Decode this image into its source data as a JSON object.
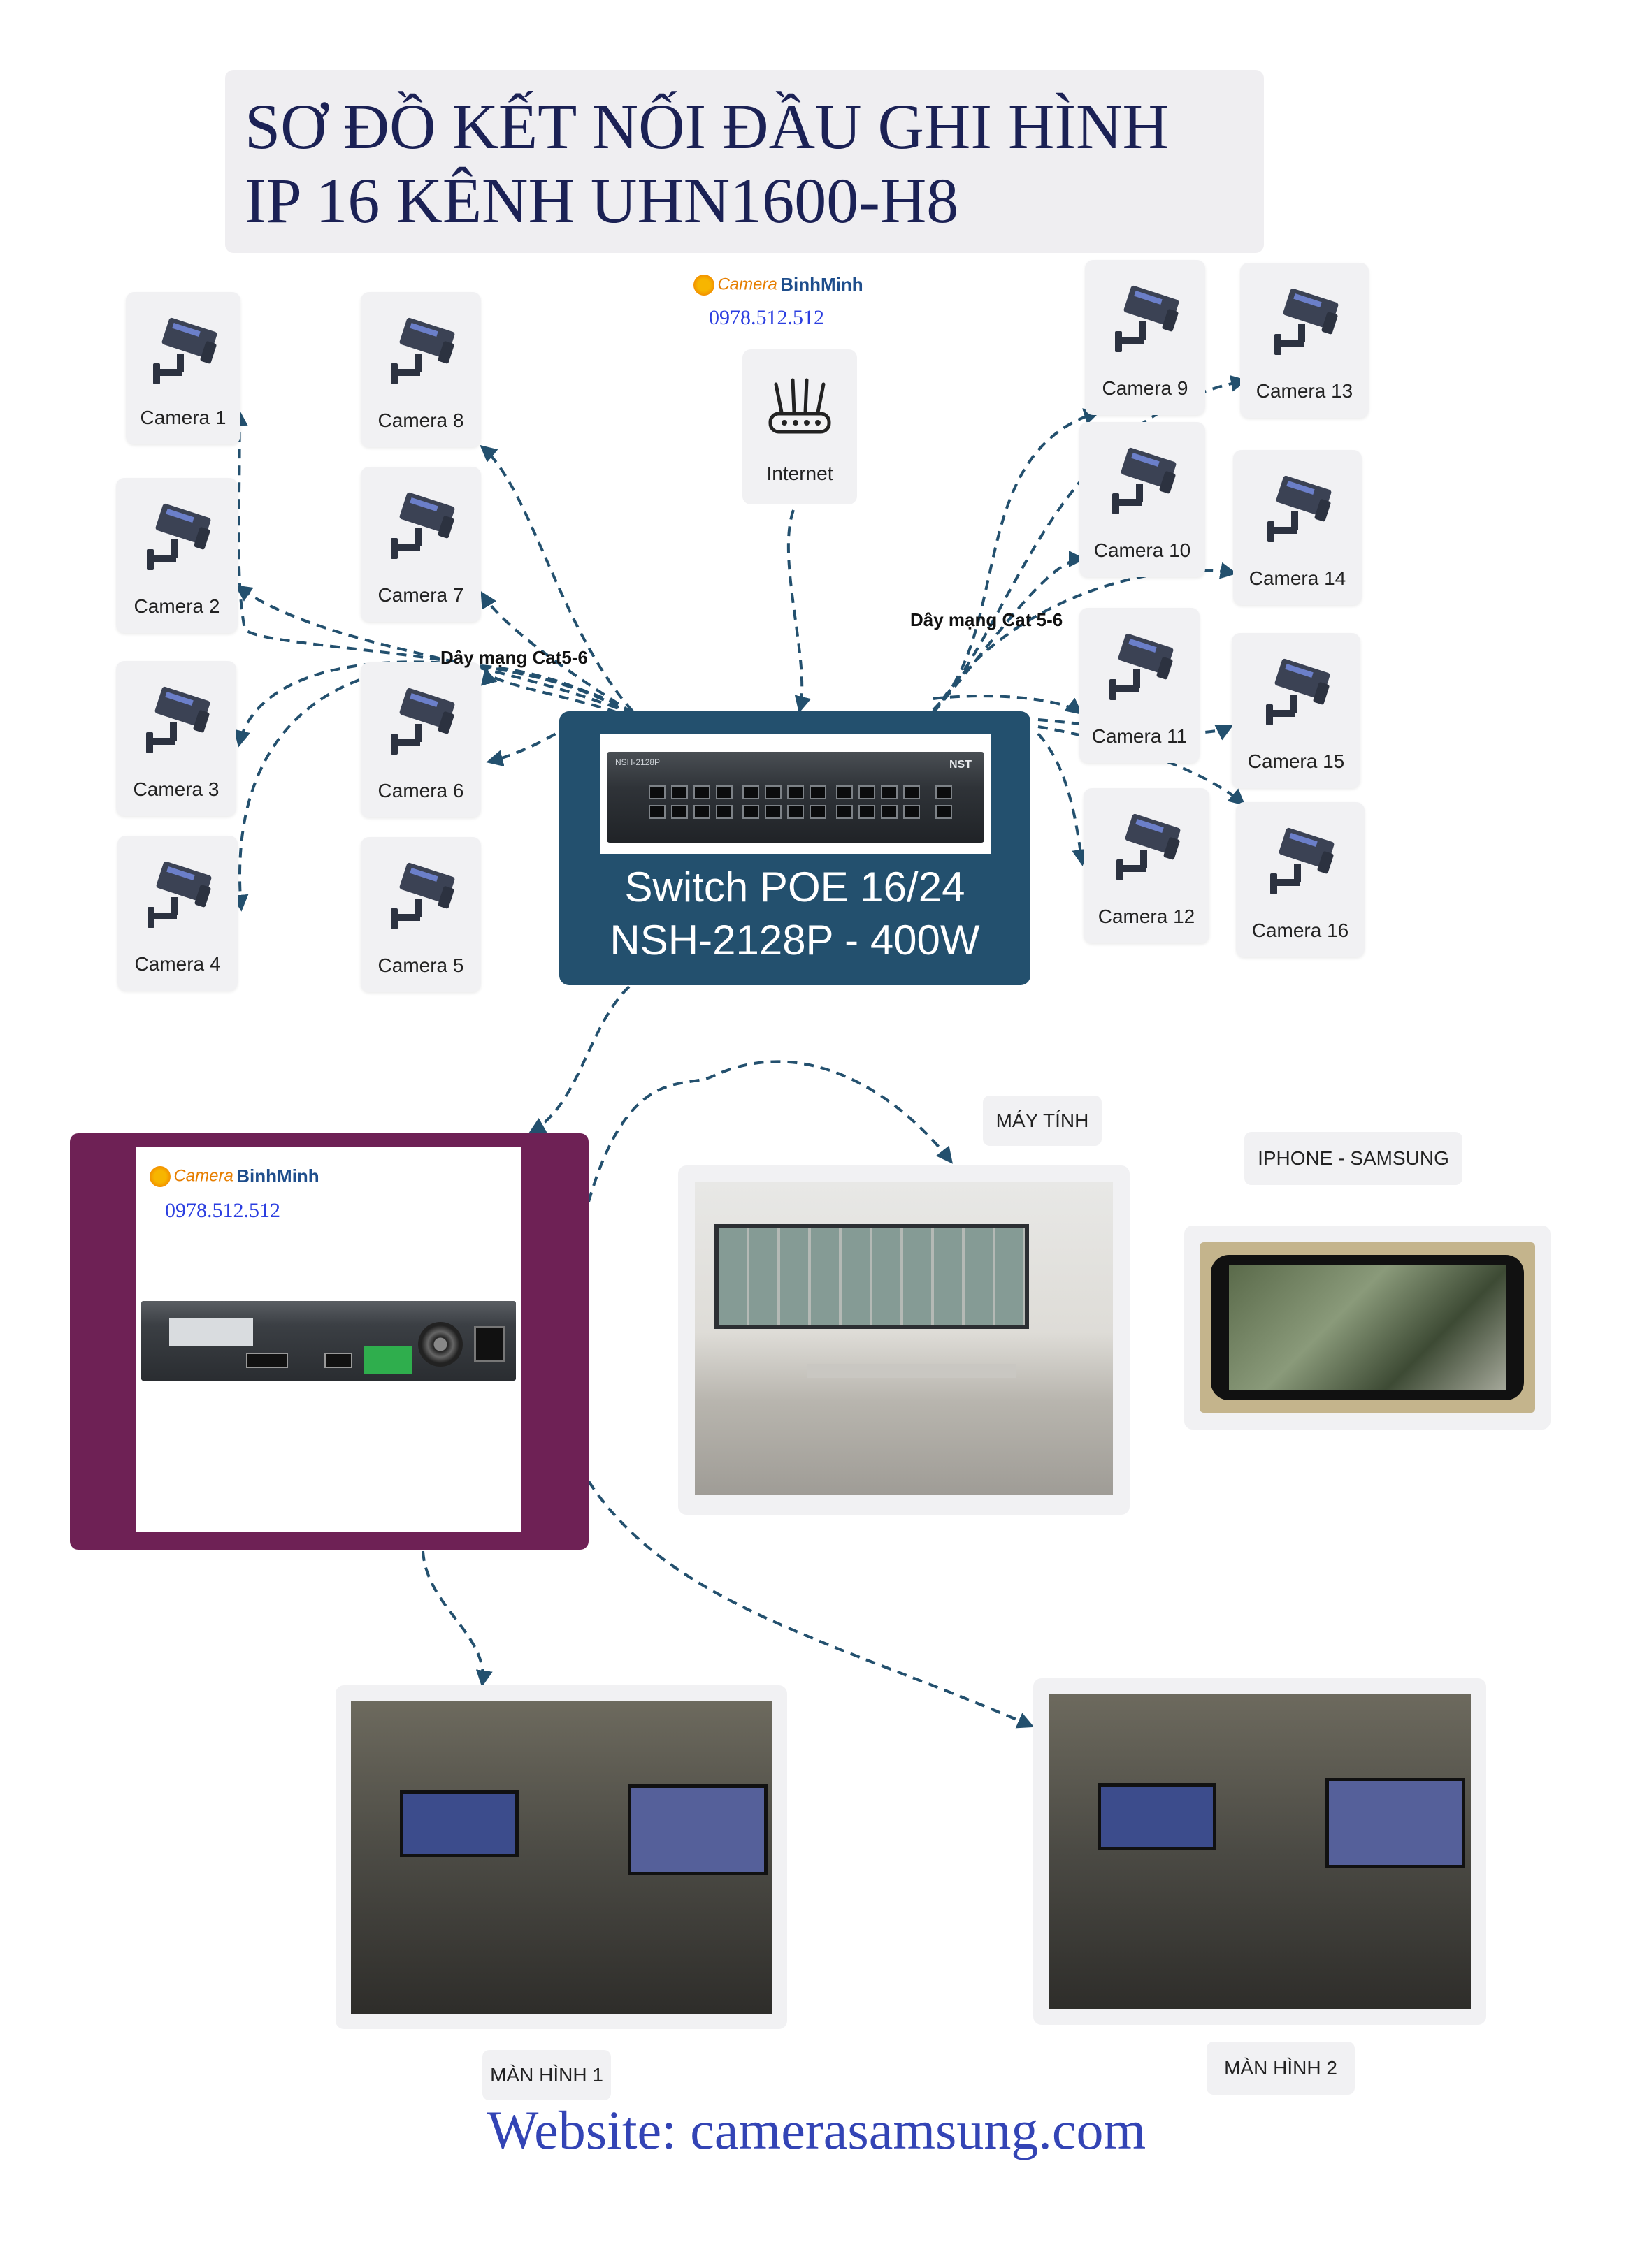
{
  "title": {
    "line1": "SƠ ĐỒ KẾT NỐI ĐẦU GHI HÌNH",
    "line2": "IP 16 KÊNH UHN1600-H8"
  },
  "brand": {
    "camera_word": "Camera",
    "name": "BinhMinh",
    "phone": "0978.512.512"
  },
  "internet": {
    "label": "Internet"
  },
  "cameras": [
    "Camera 1",
    "Camera 2",
    "Camera 3",
    "Camera 4",
    "Camera 5",
    "Camera 6",
    "Camera 7",
    "Camera 8",
    "Camera 9",
    "Camera 10",
    "Camera 11",
    "Camera 12",
    "Camera 13",
    "Camera 14",
    "Camera 15",
    "Camera 16"
  ],
  "cables": {
    "left": "Dây mạng Cat5-6",
    "right": "Dây mạng Cat 5-6"
  },
  "switch": {
    "line1": "Switch POE 16/24",
    "line2": "NSH-2128P - 400W",
    "model": "NSH-2128P",
    "brand": "NST"
  },
  "outputs": {
    "computer": "MÁY TÍNH",
    "phone": "IPHONE - SAMSUNG",
    "monitor1": "MÀN HÌNH 1",
    "monitor2": "MÀN HÌNH 2"
  },
  "website": "Website: camerasamsung.com",
  "colors": {
    "title": "#1b2155",
    "switch_box": "#23506e",
    "nvr_box": "#6e2155",
    "arrow": "#23506e",
    "website": "#3344b5"
  }
}
